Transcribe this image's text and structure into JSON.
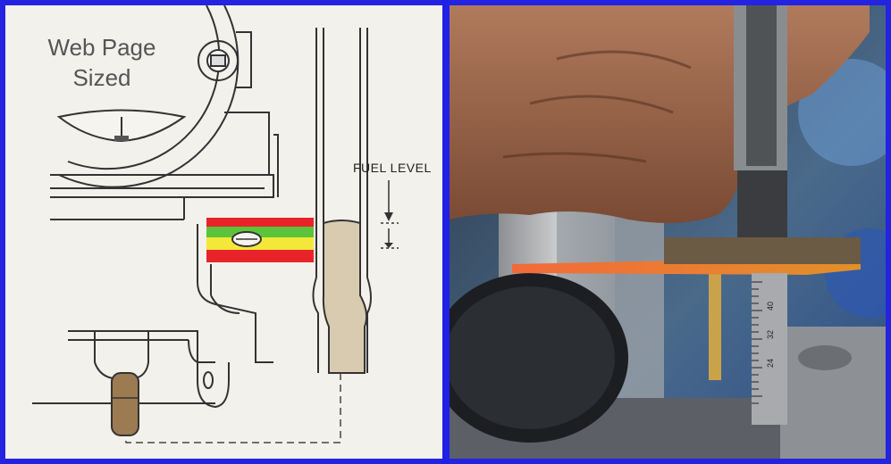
{
  "diagram": {
    "caption_line1": "Web Page",
    "caption_line2": "Sized",
    "fuel_level_label": "FUEL LEVEL"
  },
  "colors": {
    "border": "#2020e6",
    "band_red": "#e8242a",
    "band_yellow": "#f3e83a",
    "band_green": "#5cc43a",
    "fuel_column": "#d8cbb0"
  },
  "photo": {
    "ruler_ticks": [
      "40",
      "32",
      "24"
    ]
  }
}
